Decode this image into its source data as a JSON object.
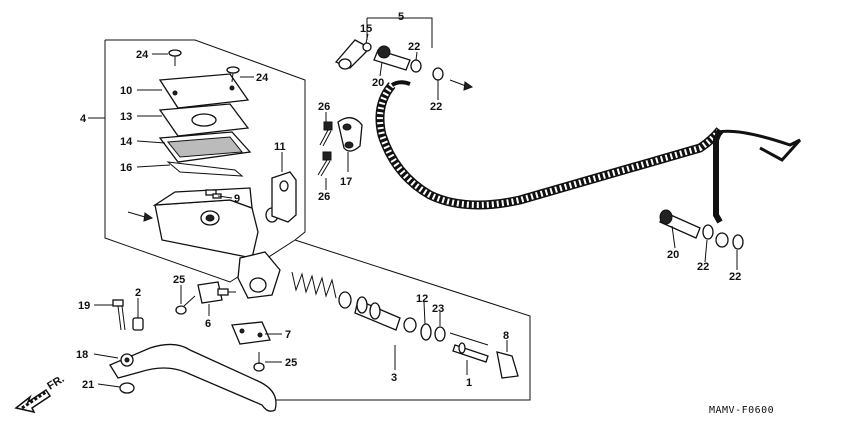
{
  "diagram": {
    "code": "MAMV-F0600",
    "direction_label": "FR.",
    "callouts": [
      "1",
      "2",
      "3",
      "4",
      "5",
      "6",
      "7",
      "8",
      "9",
      "10",
      "11",
      "12",
      "13",
      "14",
      "15",
      "16",
      "17",
      "18",
      "19",
      "20",
      "20",
      "21",
      "22",
      "22",
      "22",
      "22",
      "23",
      "24",
      "24",
      "25",
      "25",
      "26",
      "26"
    ]
  }
}
